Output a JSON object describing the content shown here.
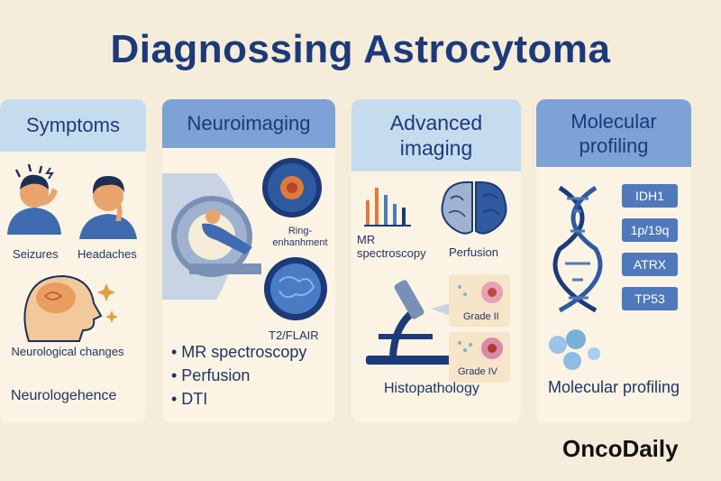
{
  "title": "Diagnossing Astrocytoma",
  "panels": {
    "symptoms": {
      "header": "Symptoms",
      "labels": [
        "Seizures",
        "Headaches",
        "Neurological changes",
        "Neurologehence"
      ]
    },
    "neuroimaging": {
      "header": "Neuroimaging",
      "labels": [
        "Ring-enhanhment",
        "T2/FLAIR"
      ],
      "bullets": [
        "• MR spectroscopy",
        "• Perfusion",
        "• DTI"
      ]
    },
    "advanced": {
      "header": "Advanced imaging",
      "labels": [
        "MR spectroscopy",
        "Perfusion",
        "Grade II",
        "Grade IV",
        "Histopathology"
      ]
    },
    "molecular": {
      "header": "Molecular profiling",
      "markers": [
        "IDH1",
        "1p/19q",
        "ATRX",
        "TP53"
      ],
      "footer": "Molecular profiling"
    }
  },
  "logo": "OncoDaily",
  "colors": {
    "background": "#f5ecd9",
    "panel": "#fbf3e3",
    "header_light": "#c5dcef",
    "header_dark": "#7ca2d6",
    "navy": "#1c3a7a",
    "accent_orange": "#e07a3a"
  }
}
